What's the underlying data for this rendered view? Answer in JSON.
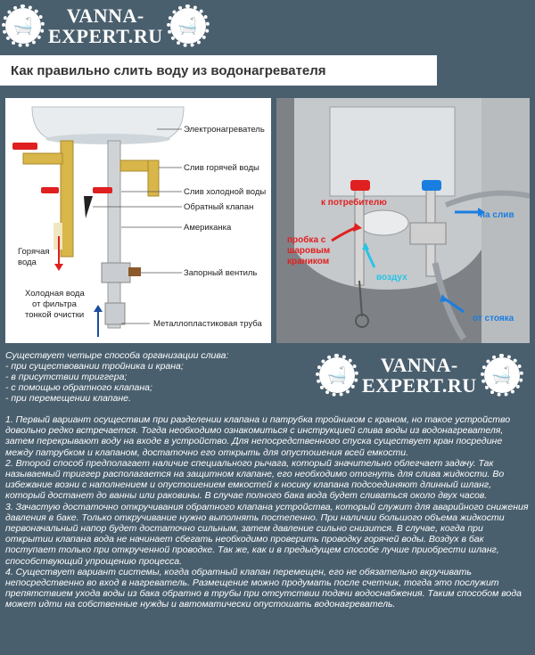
{
  "brand": {
    "line1": "VANNA-",
    "line2": "EXPERT.RU"
  },
  "title": "Как правильно слить воду из водонагревателя",
  "diagram": {
    "labels": {
      "heater": "Электронагреватель",
      "hot_drain": "Слив горячей воды",
      "cold_drain": "Слив холодной воды",
      "check_valve": "Обратный клапан",
      "union": "Американка",
      "hot_water_1": "Горячая",
      "hot_water_2": "вода",
      "shutoff": "Запорный вентиль",
      "cold_water_1": "Холодная вода",
      "cold_water_2": "от фильтра",
      "cold_water_3": "тонкой очистки",
      "pipe": "Металлопластиковая труба"
    }
  },
  "photo": {
    "labels": {
      "to_consumer": "к потребителю",
      "to_drain": "на слив",
      "plug_1": "пробка с",
      "plug_2": "шаровым",
      "plug_3": "краником",
      "air": "воздух",
      "from_riser": "от стояка"
    }
  },
  "intro": {
    "heading": "Существует четыре способа организации слива:",
    "items": [
      "- при существовании тройника и крана;",
      "- в присутствии триггера;",
      "- с помощью обратного клапана;",
      "- при перемещении клапане."
    ]
  },
  "body": {
    "paragraphs": [
      "1. Первый вариант осуществим при разделении клапана и патрубка тройником с краном, но такое устройство довольно редко встречается. Тогда необходимо ознакомиться с инструкцией слива воды из водонагревателя, затем перекрывают воду на входе в устройство. Для непосредственного спуска существует кран посредине между патрубком и клапаном, достаточно его открыть для опустошения всей емкости.",
      "2. Второй способ предполагает наличие специального рычага, который значительно облегчает задачу. Так называемый триггер располагается на защитном клапане, его необходимо отогнуть для слива жидкости. Во избежание возни с наполнением и опустошением емкостей к носику клапана подсоединяют длинный шланг, который достанет до ванны или раковины. В случае полного бака вода будет сливаться около двух часов.",
      "3. Зачастую достаточно откручивания обратного клапана устройства, который служит для аварийного снижения давления в баке. Только откручивание нужно выполнять постепенно. При наличии большого объема жидкости первоначальный напор будет достаточно сильным, затем давление сильно снизится. В случае, когда при открытии клапана вода не начинает сбегать необходимо проверить проводку горячей воды. Воздух в бак поступает только при открученной проводке. Так же, как и в предыдущем способе лучше приобрести шланг, способствующий упрощению процесса.",
      "4. Существует вариант системы, когда обратный клапан перемещен, его не обязательно вкручивать непосредственно во вход в нагреватель. Размещение можно продумать после счетчик, тогда это послужит препятствием ухода воды из бака обратно в трубы при отсутствии подачи водоснабжения. Таким способом вода может идти на собственные нужды и автоматически опустошать водонагреватель."
    ]
  },
  "colors": {
    "background": "#4a5f6e",
    "red": "#e02020",
    "blue": "#1a7ee0",
    "cyan": "#27c4e6"
  },
  "icons": {
    "brand": "bathtub-gear-icon"
  }
}
